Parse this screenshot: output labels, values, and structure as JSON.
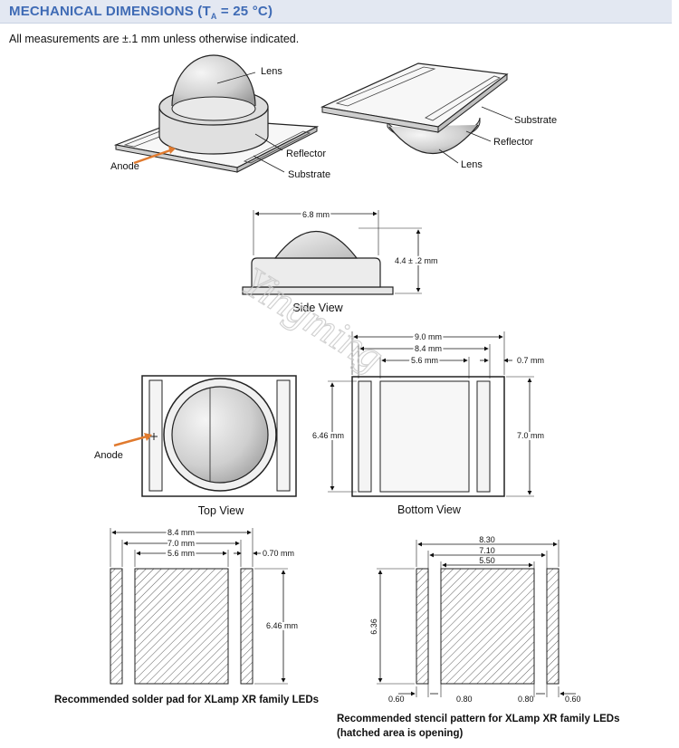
{
  "header": {
    "title_prefix": "MECHANICAL DIMENSIONS (T",
    "title_sub": "A",
    "title_suffix": " = 25 °C)",
    "color": "#3f6bb5"
  },
  "note": "All measurements are ±.1 mm unless otherwise indicated.",
  "perspective": {
    "left_labels": {
      "lens": "Lens",
      "reflector": "Reflector",
      "substrate": "Substrate",
      "anode": "Anode"
    },
    "right_labels": {
      "substrate": "Substrate",
      "reflector": "Reflector",
      "lens": "Lens"
    },
    "anode_arrow_color": "#e07a2e"
  },
  "side_view": {
    "caption": "Side View",
    "width": "6.8 mm",
    "height": "4.4 ± .2 mm"
  },
  "top_view": {
    "caption": "Top View",
    "anode": "Anode"
  },
  "bottom_view": {
    "caption": "Bottom View",
    "dim_9": "9.0 mm",
    "dim_84": "8.4 mm",
    "dim_56": "5.6 mm",
    "dim_07": "0.7 mm",
    "dim_646": "6.46 mm",
    "dim_70": "7.0 mm"
  },
  "solder_pad": {
    "caption": "Recommended solder pad for XLamp XR family LEDs",
    "dim_84": "8.4 mm",
    "dim_70": "7.0 mm",
    "dim_56": "5.6 mm",
    "dim_07": "0.70 mm",
    "dim_646": "6.46 mm"
  },
  "stencil": {
    "caption_line1": "Recommended stencil pattern for XLamp XR family LEDs",
    "caption_line2": "(hatched area is opening)",
    "dim_830": "8.30",
    "dim_710": "7.10",
    "dim_550": "5.50",
    "dim_636": "6.36",
    "bottom": [
      "0.60",
      "0.80",
      "0.80",
      "0.60"
    ]
  },
  "watermark": "Yingming"
}
